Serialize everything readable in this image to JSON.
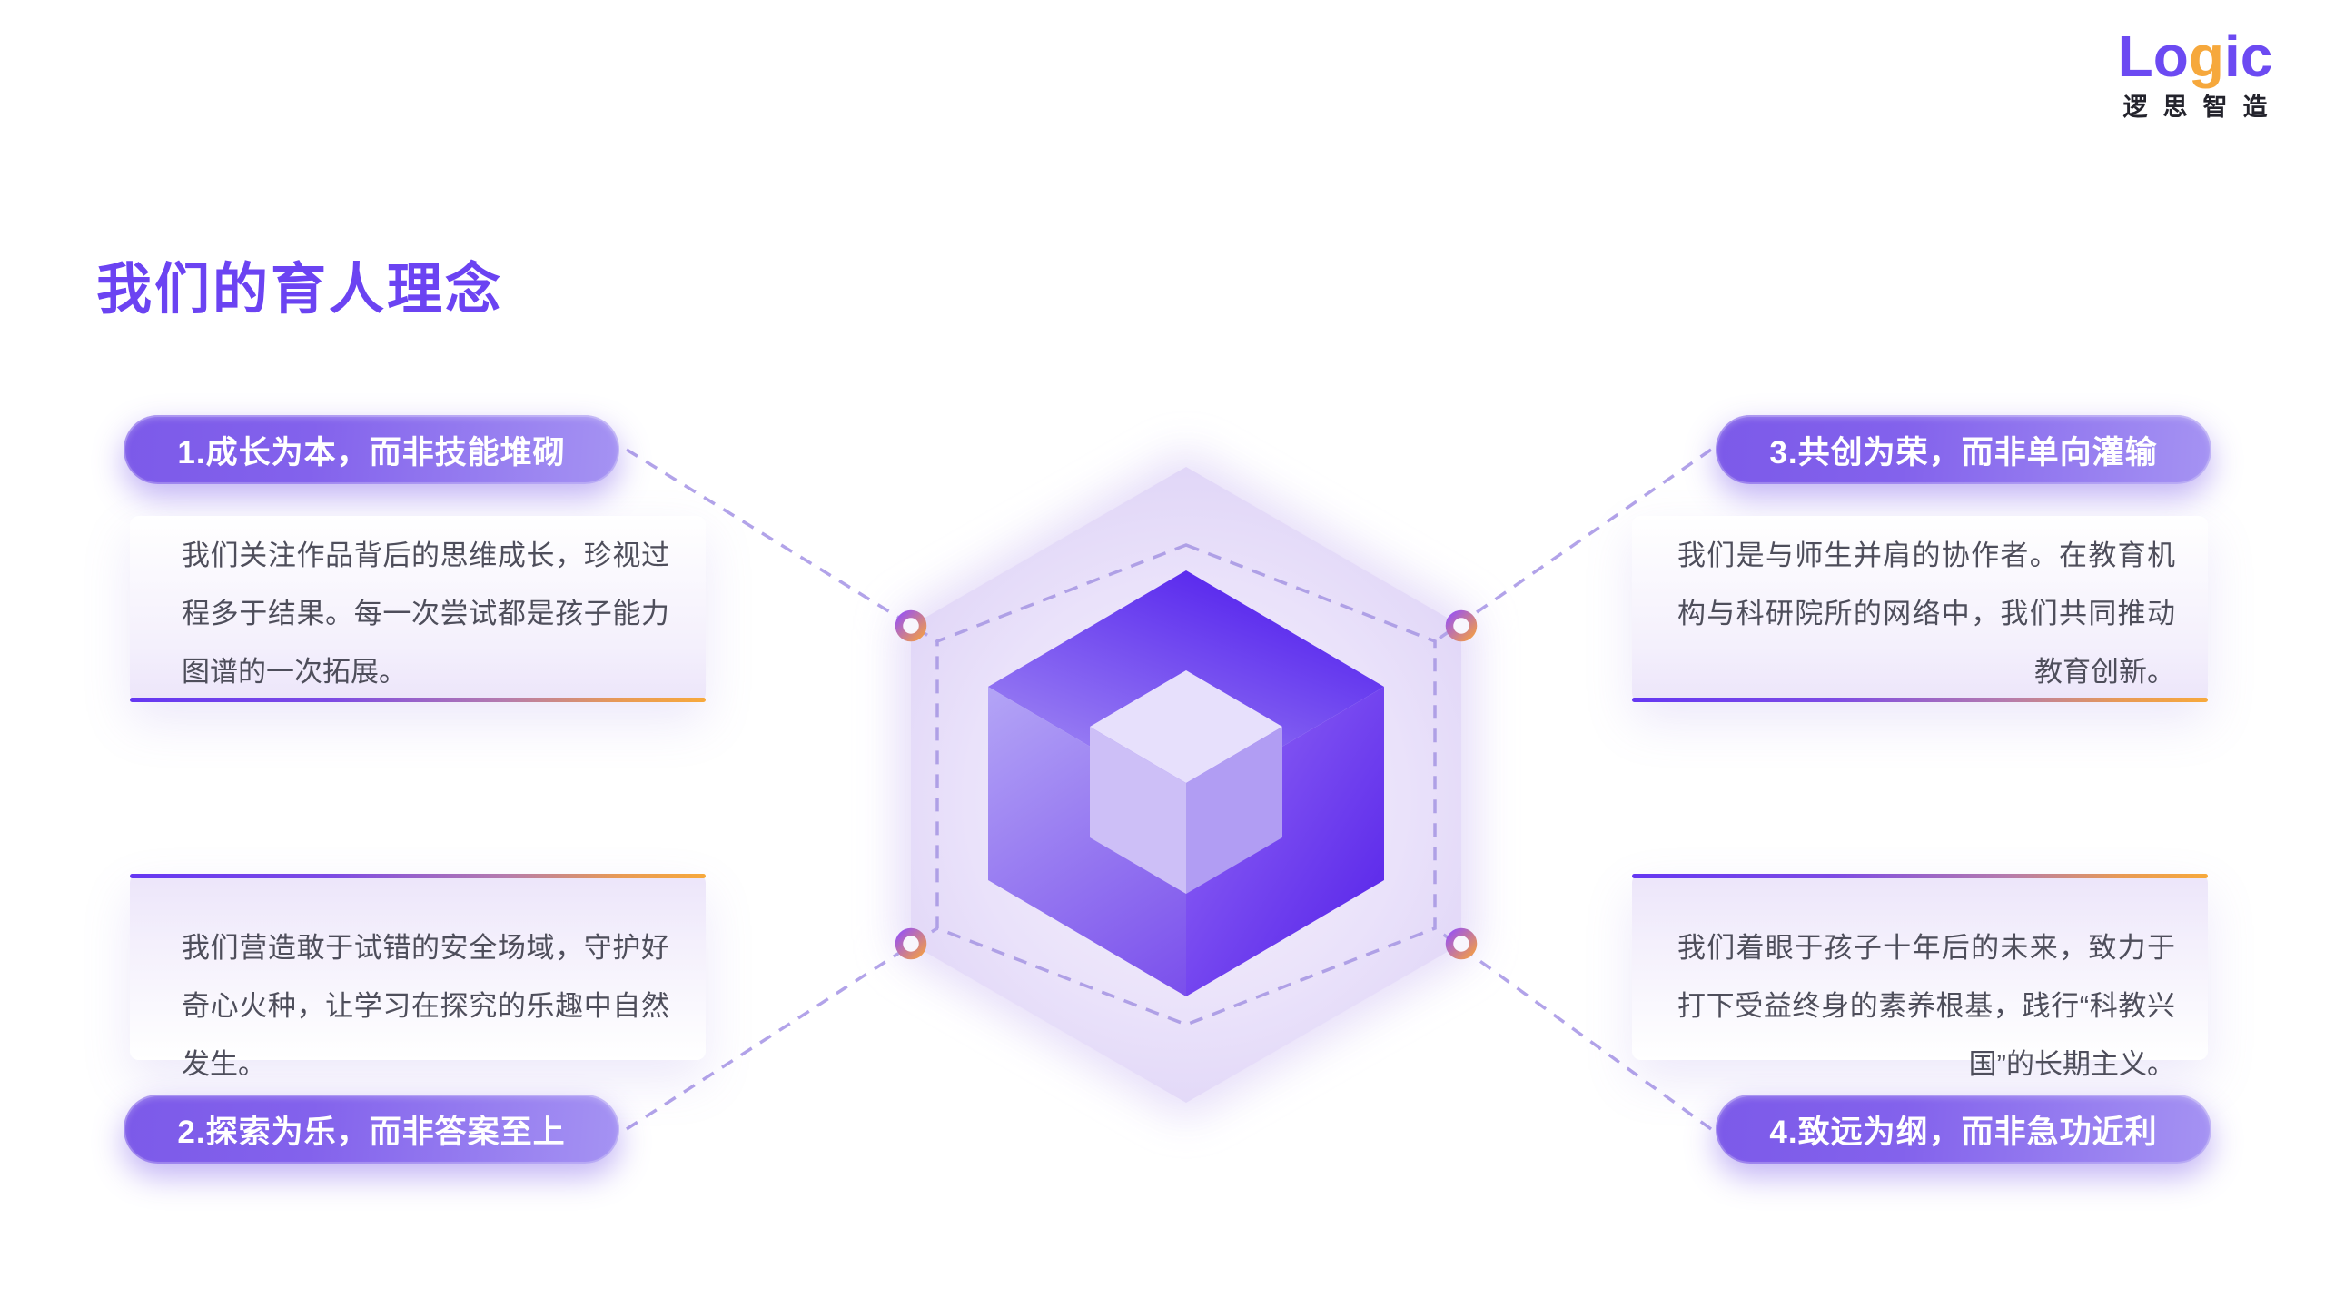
{
  "logo": {
    "word_lo": "Lo",
    "word_g": "g",
    "word_ic": "ic",
    "tagline": "逻思智造",
    "purple": "#6C4AF2",
    "orange": "#F6A83C"
  },
  "title": {
    "text": "我们的育人理念",
    "color": "#6B43F2"
  },
  "principles": [
    {
      "position": "top-left",
      "pill": "1.成长为本，而非技能堆砌",
      "body": "我们关注作品背后的思维成长，珍视过程多于结果。每一次尝试都是孩子能力图谱的一次拓展。"
    },
    {
      "position": "bottom-left",
      "pill": "2.探索为乐，而非答案至上",
      "body": "我们营造敢于试错的安全场域，守护好奇心火种，让学习在探究的乐趣中自然发生。"
    },
    {
      "position": "top-right",
      "pill": "3.共创为荣，而非单向灌输",
      "body": "我们是与师生并肩的协作者。在教育机构与科研院所的网络中，我们共同推动教育创新。"
    },
    {
      "position": "bottom-right",
      "pill": "4.致远为纲，而非急功近利",
      "body": "我们着眼于孩子十年后的未来，致力于打下受益终身的素养根基，践行“科教兴国”的长期主义。"
    }
  ],
  "colors": {
    "pill_gradient_start": "#7C5AE9",
    "pill_gradient_end": "#A593F3",
    "accent_line_start": "#6537F2",
    "accent_line_end": "#F7A93C",
    "body_text": "#4E4E5B",
    "dash_line": "#AFA0E6",
    "hexagon_fill": "#EAE2FA",
    "node_ring_start": "#9A55EF",
    "node_ring_end": "#F09B4B"
  }
}
